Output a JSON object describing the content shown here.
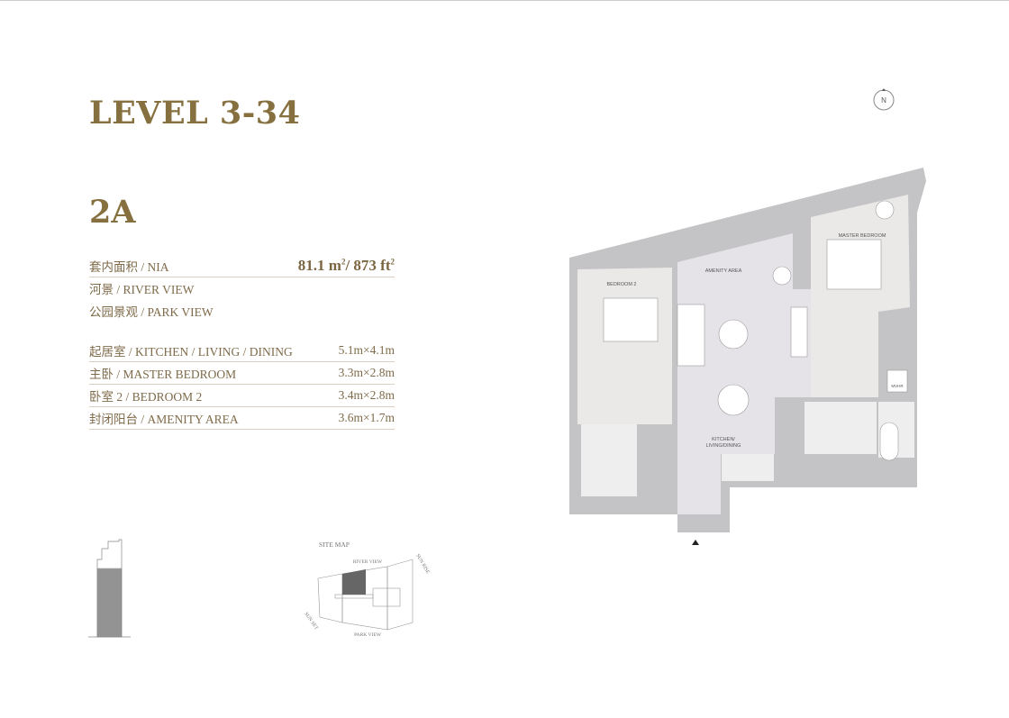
{
  "title": "LEVEL 3-34",
  "unit": "2A",
  "summary": {
    "nia_label": "套内面积 / NIA",
    "nia_value_m": "81.1 m",
    "nia_sup_m": "2",
    "nia_value_ft": "/ 873 ft",
    "nia_sup_ft": "2",
    "views": [
      "河景 / RIVER VIEW",
      "公园景观 / PARK VIEW"
    ]
  },
  "rooms": [
    {
      "label": "起居室 / KITCHEN / LIVING / DINING",
      "size": "5.1m×4.1m"
    },
    {
      "label": "主卧 / MASTER BEDROOM",
      "size": "3.3m×2.8m"
    },
    {
      "label": "卧室 2 / BEDROOM 2",
      "size": "3.4m×2.8m"
    },
    {
      "label": "封闭阳台 / AMENITY AREA",
      "size": "3.6m×1.7m"
    }
  ],
  "plan": {
    "compass": "N",
    "bedroom2": "BEDROOM 2",
    "amenity": "AMENITY AREA",
    "master": "MASTER BEDROOM",
    "kitchen1": "KITCHEN/",
    "kitchen2": "LIVING/DINING",
    "mvhr": "MVHR"
  },
  "site_map": {
    "title": "SITE MAP",
    "river": "RIVER VIEW",
    "park": "PARK VIEW",
    "sunrise": "SUN RISE",
    "sunset": "SUN SET"
  },
  "colors": {
    "gold": "#86703f",
    "wall": "#c4c4c6",
    "floor": "#e8e6e6"
  }
}
